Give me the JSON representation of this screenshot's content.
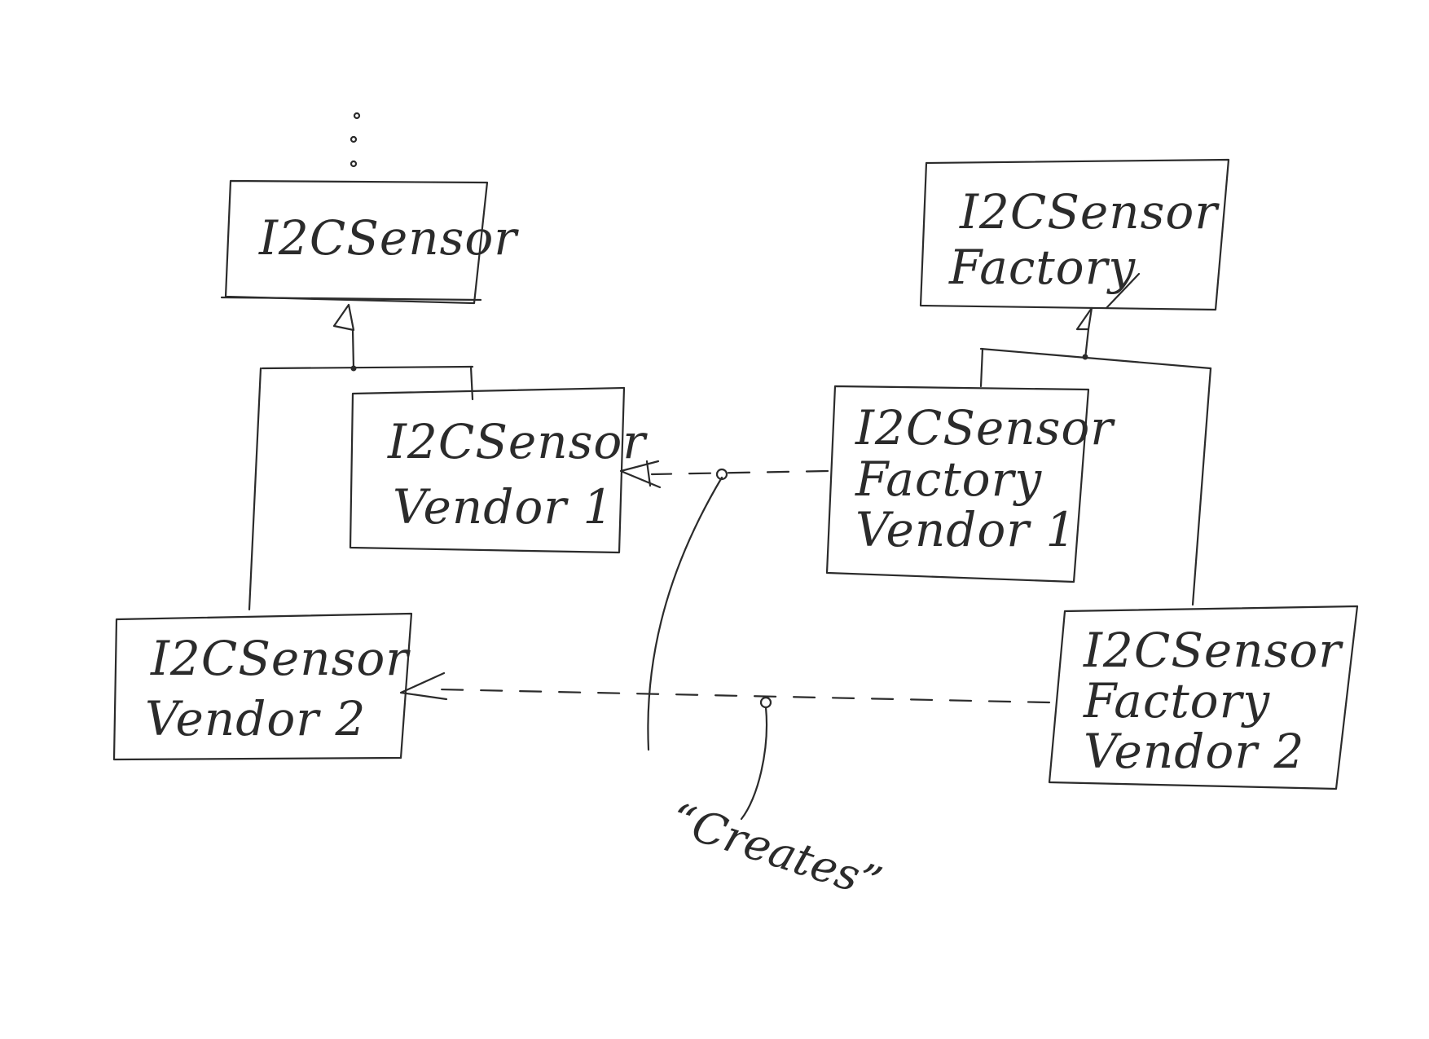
{
  "boxes": {
    "i2c_sensor": {
      "line1": "I2CSensor"
    },
    "i2c_sensor_factory": {
      "line1": "I2CSensor",
      "line2": "Factory"
    },
    "i2c_sensor_vendor1": {
      "line1": "I2CSensor",
      "line2": "Vendor 1"
    },
    "i2c_sensor_vendor2": {
      "line1": "I2CSensor",
      "line2": "Vendor 2"
    },
    "i2c_sensor_factory_vendor1": {
      "line1": "I2CSensor",
      "line2": "Factory",
      "line3": "Vendor 1"
    },
    "i2c_sensor_factory_vendor2": {
      "line1": "I2CSensor",
      "line2": "Factory",
      "line3": "Vendor 2"
    }
  },
  "annotation": {
    "creates": "“Creates”"
  }
}
